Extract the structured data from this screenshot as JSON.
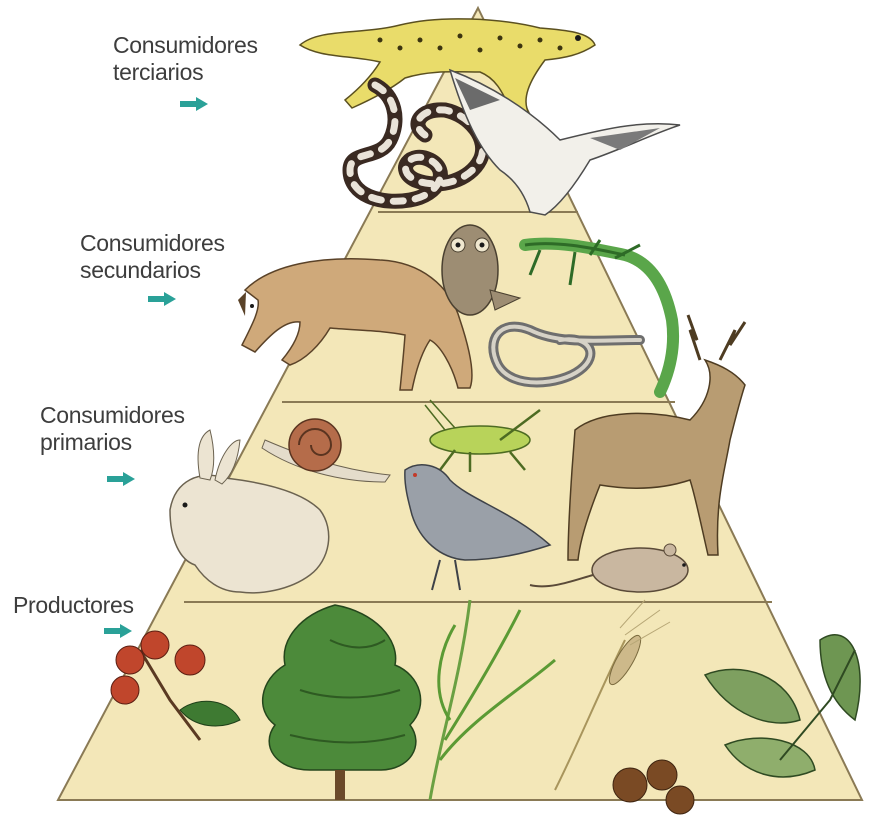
{
  "levels": [
    {
      "id": "tertiary",
      "label": "Consumidores\nterciarios",
      "arrow_icon": "teal-arrow-icon",
      "animals": [
        "cheetah-icon",
        "snake-icon",
        "eagle-icon"
      ]
    },
    {
      "id": "secondary",
      "label": "Consumidores\nsecundarios",
      "arrow_icon": "teal-arrow-icon",
      "animals": [
        "fox-icon",
        "owl-icon",
        "lizard-icon",
        "snake-icon"
      ]
    },
    {
      "id": "primary",
      "label": "Consumidores\nprimarios",
      "arrow_icon": "teal-arrow-icon",
      "animals": [
        "rabbit-icon",
        "snail-icon",
        "grasshopper-icon",
        "pigeon-icon",
        "deer-icon",
        "mouse-icon"
      ]
    },
    {
      "id": "producers",
      "label": "Productores",
      "arrow_icon": "teal-arrow-icon",
      "plants": [
        "berries-icon",
        "tree-icon",
        "grass-icon",
        "wheat-icon",
        "nuts-icon",
        "leaf-icon"
      ]
    }
  ],
  "colors": {
    "pyramid_fill": "#f3e7b8",
    "pyramid_edge": "#8a7a55",
    "arrow": "#2aa198",
    "label_text": "#3d3d3d"
  }
}
